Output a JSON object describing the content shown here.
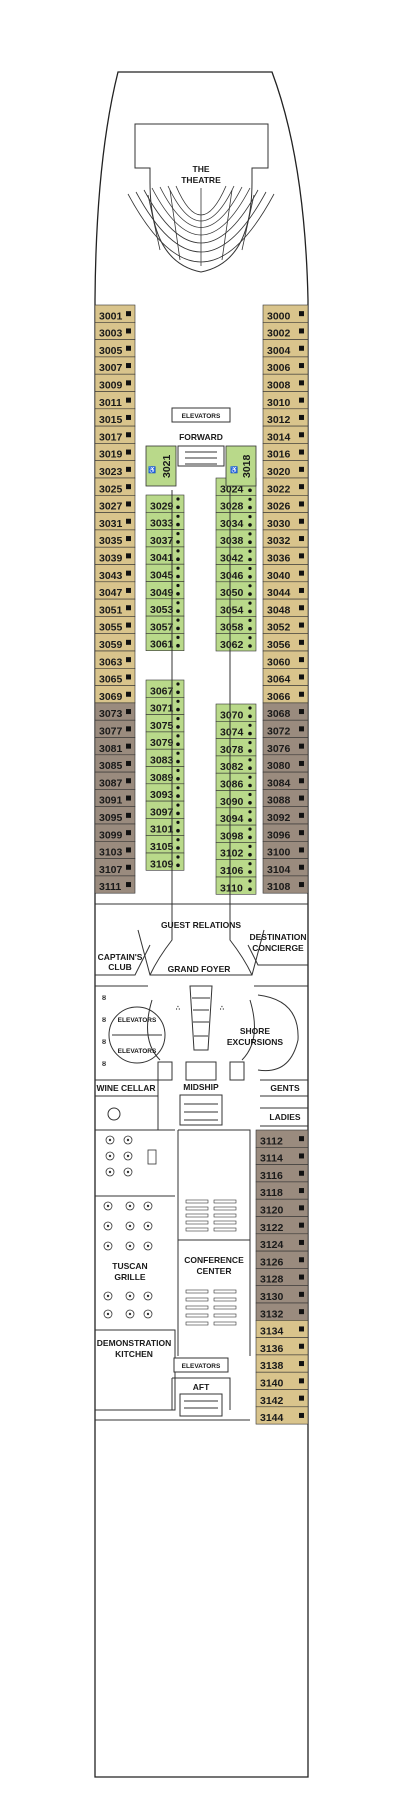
{
  "venues": {
    "theatre": [
      "THE",
      "THEATRE"
    ],
    "elevators_forward": "ELEVATORS",
    "forward": "FORWARD",
    "guest_relations": "GUEST RELATIONS",
    "captains_club": [
      "CAPTAIN'S",
      "CLUB"
    ],
    "destination_concierge": [
      "DESTINATION",
      "CONCIERGE"
    ],
    "grand_foyer": "GRAND FOYER",
    "elevators_left_1": "ELEVATORS",
    "elevators_left_2": "ELEVATORS",
    "shore_excursions": [
      "SHORE",
      "EXCURSIONS"
    ],
    "wine_cellar": "WINE CELLAR",
    "midship": "MIDSHIP",
    "gents": "GENTS",
    "ladies": "LADIES",
    "tuscan_grille": [
      "TUSCAN",
      "GRILLE"
    ],
    "conference_center": [
      "CONFERENCE",
      "CENTER"
    ],
    "demonstration_kitchen": [
      "DEMONSTRATION",
      "KITCHEN"
    ],
    "elevators_aft": "ELEVATORS",
    "aft": "AFT"
  },
  "colors": {
    "veranda": "#d9c48c",
    "ocean_view": "#9a8b7e",
    "suite": "#b9d98a",
    "hull_stroke": "#222222"
  },
  "icons": [
    "wheelchair-icon",
    "bed-icon",
    "sofa-bed-icon",
    "elevator-icon",
    "stairs-icon",
    "table-icon"
  ],
  "cabins": {
    "port_outer": [
      {
        "n": "3001",
        "c": "veranda"
      },
      {
        "n": "3003",
        "c": "veranda"
      },
      {
        "n": "3005",
        "c": "veranda"
      },
      {
        "n": "3007",
        "c": "veranda"
      },
      {
        "n": "3009",
        "c": "veranda"
      },
      {
        "n": "3011",
        "c": "veranda"
      },
      {
        "n": "3015",
        "c": "veranda"
      },
      {
        "n": "3017",
        "c": "veranda"
      },
      {
        "n": "3019",
        "c": "veranda"
      },
      {
        "n": "3023",
        "c": "veranda"
      },
      {
        "n": "3025",
        "c": "veranda"
      },
      {
        "n": "3027",
        "c": "veranda"
      },
      {
        "n": "3031",
        "c": "veranda"
      },
      {
        "n": "3035",
        "c": "veranda"
      },
      {
        "n": "3039",
        "c": "veranda"
      },
      {
        "n": "3043",
        "c": "veranda"
      },
      {
        "n": "3047",
        "c": "veranda"
      },
      {
        "n": "3051",
        "c": "veranda"
      },
      {
        "n": "3055",
        "c": "veranda"
      },
      {
        "n": "3059",
        "c": "veranda"
      },
      {
        "n": "3063",
        "c": "veranda"
      },
      {
        "n": "3065",
        "c": "veranda"
      },
      {
        "n": "3069",
        "c": "veranda"
      },
      {
        "n": "3073",
        "c": "ocean_view"
      },
      {
        "n": "3077",
        "c": "ocean_view"
      },
      {
        "n": "3081",
        "c": "ocean_view"
      },
      {
        "n": "3085",
        "c": "ocean_view"
      },
      {
        "n": "3087",
        "c": "ocean_view"
      },
      {
        "n": "3091",
        "c": "ocean_view"
      },
      {
        "n": "3095",
        "c": "ocean_view"
      },
      {
        "n": "3099",
        "c": "ocean_view"
      },
      {
        "n": "3103",
        "c": "ocean_view"
      },
      {
        "n": "3107",
        "c": "ocean_view"
      },
      {
        "n": "3111",
        "c": "ocean_view"
      }
    ],
    "starboard_outer": [
      {
        "n": "3000",
        "c": "veranda"
      },
      {
        "n": "3002",
        "c": "veranda"
      },
      {
        "n": "3004",
        "c": "veranda"
      },
      {
        "n": "3006",
        "c": "veranda"
      },
      {
        "n": "3008",
        "c": "veranda"
      },
      {
        "n": "3010",
        "c": "veranda"
      },
      {
        "n": "3012",
        "c": "veranda"
      },
      {
        "n": "3014",
        "c": "veranda"
      },
      {
        "n": "3016",
        "c": "veranda"
      },
      {
        "n": "3020",
        "c": "veranda"
      },
      {
        "n": "3022",
        "c": "veranda"
      },
      {
        "n": "3026",
        "c": "veranda"
      },
      {
        "n": "3030",
        "c": "veranda"
      },
      {
        "n": "3032",
        "c": "veranda"
      },
      {
        "n": "3036",
        "c": "veranda"
      },
      {
        "n": "3040",
        "c": "veranda"
      },
      {
        "n": "3044",
        "c": "veranda"
      },
      {
        "n": "3048",
        "c": "veranda"
      },
      {
        "n": "3052",
        "c": "veranda"
      },
      {
        "n": "3056",
        "c": "veranda"
      },
      {
        "n": "3060",
        "c": "veranda"
      },
      {
        "n": "3064",
        "c": "veranda"
      },
      {
        "n": "3066",
        "c": "veranda"
      },
      {
        "n": "3068",
        "c": "ocean_view"
      },
      {
        "n": "3072",
        "c": "ocean_view"
      },
      {
        "n": "3076",
        "c": "ocean_view"
      },
      {
        "n": "3080",
        "c": "ocean_view"
      },
      {
        "n": "3084",
        "c": "ocean_view"
      },
      {
        "n": "3088",
        "c": "ocean_view"
      },
      {
        "n": "3092",
        "c": "ocean_view"
      },
      {
        "n": "3096",
        "c": "ocean_view"
      },
      {
        "n": "3100",
        "c": "ocean_view"
      },
      {
        "n": "3104",
        "c": "ocean_view"
      },
      {
        "n": "3108",
        "c": "ocean_view"
      }
    ],
    "port_inner_upper": [
      "3029",
      "3033",
      "3037",
      "3041",
      "3045",
      "3049",
      "3053",
      "3057",
      "3061"
    ],
    "port_inner_lower": [
      "3067",
      "3071",
      "3075",
      "3079",
      "3083",
      "3089",
      "3093",
      "3097",
      "3101",
      "3105",
      "3109"
    ],
    "starboard_inner_upper": [
      "3024",
      "3028",
      "3034",
      "3038",
      "3042",
      "3046",
      "3050",
      "3054",
      "3058",
      "3062"
    ],
    "starboard_inner_lower": [
      "3070",
      "3074",
      "3078",
      "3082",
      "3086",
      "3090",
      "3094",
      "3098",
      "3102",
      "3106",
      "3110"
    ],
    "accessible": [
      "3021",
      "3018"
    ],
    "aft_starboard": [
      {
        "n": "3112",
        "c": "ocean_view"
      },
      {
        "n": "3114",
        "c": "ocean_view"
      },
      {
        "n": "3116",
        "c": "ocean_view"
      },
      {
        "n": "3118",
        "c": "ocean_view"
      },
      {
        "n": "3120",
        "c": "ocean_view"
      },
      {
        "n": "3122",
        "c": "ocean_view"
      },
      {
        "n": "3124",
        "c": "ocean_view"
      },
      {
        "n": "3126",
        "c": "ocean_view"
      },
      {
        "n": "3128",
        "c": "ocean_view"
      },
      {
        "n": "3130",
        "c": "ocean_view"
      },
      {
        "n": "3132",
        "c": "ocean_view"
      },
      {
        "n": "3134",
        "c": "veranda"
      },
      {
        "n": "3136",
        "c": "veranda"
      },
      {
        "n": "3138",
        "c": "veranda"
      },
      {
        "n": "3140",
        "c": "veranda"
      },
      {
        "n": "3142",
        "c": "veranda"
      },
      {
        "n": "3144",
        "c": "veranda"
      }
    ]
  }
}
